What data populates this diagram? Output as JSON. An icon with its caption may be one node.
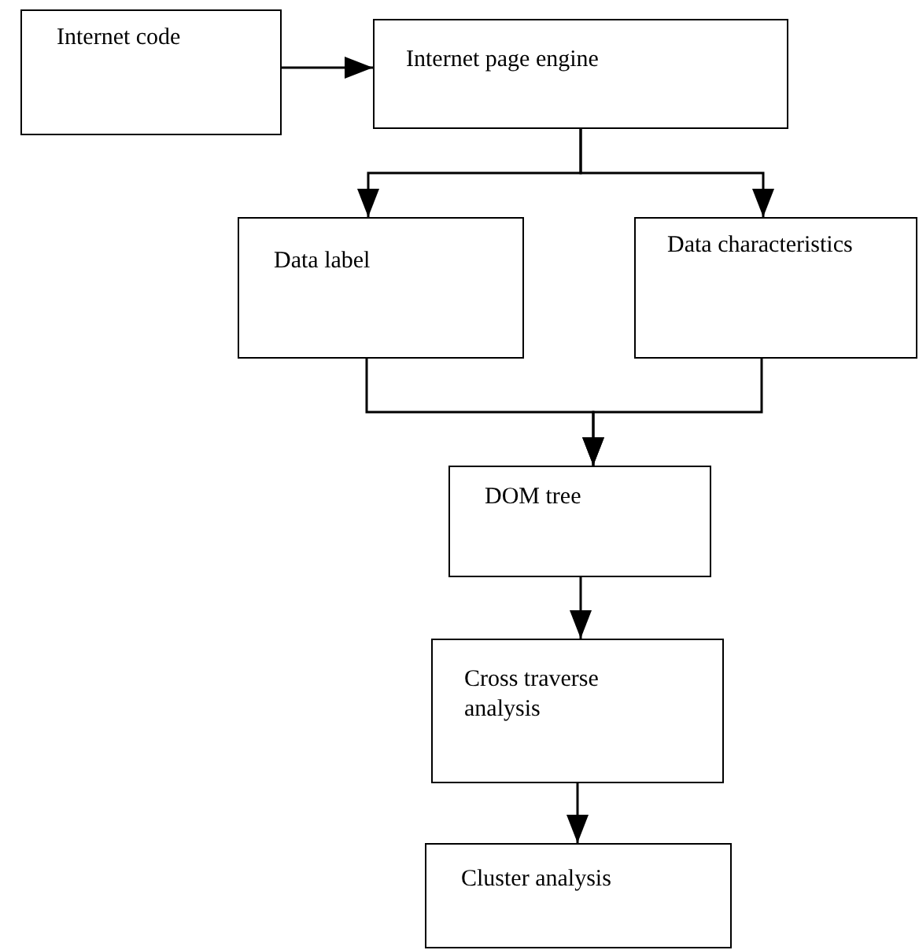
{
  "diagram": {
    "nodes": [
      {
        "text": [
          "Internet code"
        ]
      },
      {
        "text": [
          "Internet page engine"
        ]
      },
      {
        "text": [
          "Data label"
        ]
      },
      {
        "text": [
          "Data characteristics"
        ]
      },
      {
        "text": [
          "DOM tree"
        ]
      },
      {
        "text": [
          "Cross traverse analysis"
        ]
      },
      {
        "text": [
          "Cluster analysis"
        ]
      }
    ],
    "edges": [
      {
        "from": 0,
        "to": 1,
        "arrow": "to"
      },
      {
        "from": 1,
        "to": 2,
        "arrow": "to"
      },
      {
        "from": 1,
        "to": 3,
        "arrow": "to"
      },
      {
        "from": 2,
        "to": 4,
        "arrow": "to"
      },
      {
        "from": 3,
        "to": 4,
        "arrow": "to"
      },
      {
        "from": 4,
        "to": 5,
        "arrow": "to"
      },
      {
        "from": 5,
        "to": 6,
        "arrow": "to"
      }
    ]
  }
}
